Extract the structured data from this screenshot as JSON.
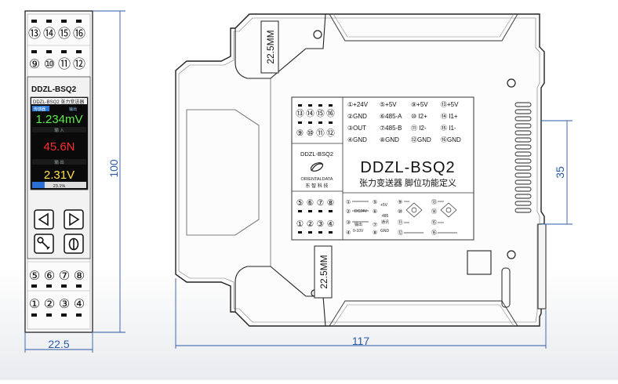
{
  "front_view": {
    "top_terminals_row1": [
      "⑬",
      "⑭",
      "⑮",
      "⑯"
    ],
    "top_terminals_row2": [
      "⑨",
      "⑩",
      "⑪",
      "⑫"
    ],
    "bottom_terminals_row1": [
      "⑤",
      "⑥",
      "⑦",
      "⑧"
    ],
    "bottom_terminals_row2": [
      "①",
      "②",
      "③",
      "④"
    ],
    "model_label": "DDZL-BSQ2",
    "screen": {
      "header": "DDZL-BSQ2 张力变送器",
      "sub_left": "传感器",
      "sub_right": "输出",
      "reading_mv": "1.234mV",
      "label_input": "输   入",
      "reading_force": "45.6N",
      "label_output": "输   出",
      "reading_voltage": "2.31V",
      "bar_percent": "23.1%",
      "bar_fill": 0.231
    },
    "buttons": [
      "left-arrow",
      "right-arrow",
      "settings",
      "power"
    ]
  },
  "dimensions": {
    "front_width": "22.5",
    "height": "100",
    "side_width": "117",
    "rail_height": "35",
    "tag_top": "22.5MM",
    "tag_bottom": "22.5MM"
  },
  "side_label": {
    "pins": [
      [
        "①+24V",
        "⑤+5V",
        "⑨+5V",
        "⑬+5V"
      ],
      [
        "②GND",
        "⑥485-A",
        "⑩ I2+",
        "⑭ I1+"
      ],
      [
        "③OUT",
        "⑦485-B",
        "⑪ I2-",
        "⑮ I1-"
      ],
      [
        "④GND",
        "⑧GND",
        "⑫GND",
        "⑯GND"
      ]
    ],
    "title": "DDZL-BSQ2",
    "subtitle": "张力变送器 脚位功能定义",
    "mini_model": "DDZL-BSQ2",
    "brand_en": "ORIENTALDATA",
    "brand_cn": "东 智 科 技",
    "mini_top_row1": [
      "⑬",
      "⑭",
      "⑮",
      "⑯"
    ],
    "mini_top_row2": [
      "⑨",
      "⑩",
      "⑪",
      "⑫"
    ],
    "mini_bottom_row1": [
      "⑤",
      "⑥",
      "⑦",
      "⑧"
    ],
    "mini_bottom_row2": [
      "①",
      "②",
      "③",
      "④"
    ],
    "wiring_texts": [
      "①",
      "⑤",
      "+5V",
      "⑨",
      "⑬",
      "②",
      "DC24V",
      "⑥",
      "485",
      "⑩",
      "⑭",
      "③",
      "通讯",
      "⑦",
      "⑪",
      "⑮",
      "④",
      "⑧",
      "GND",
      "⑫",
      "⑯",
      "输出",
      "0-10V"
    ]
  }
}
